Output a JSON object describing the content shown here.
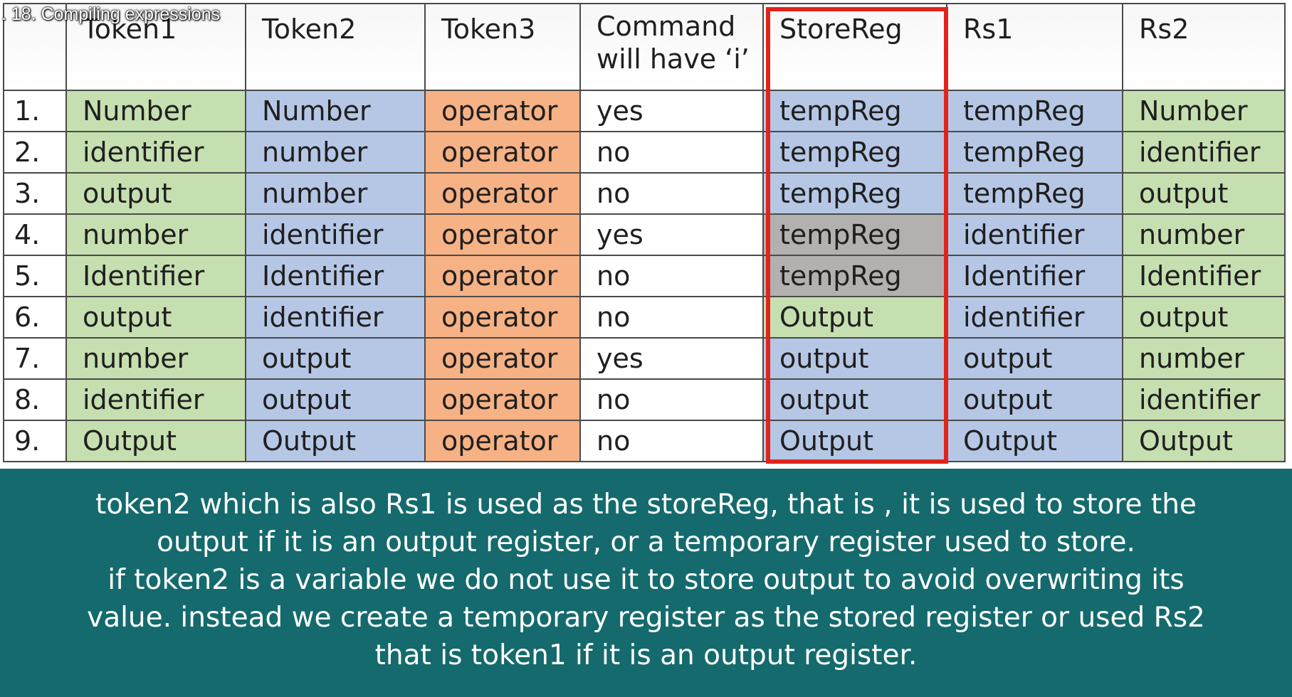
{
  "video_title": ". 18. Compiling expressions",
  "table": {
    "headers": [
      "",
      "Token1",
      "Token2",
      "Token3",
      "Command will have ‘i’",
      "StoreReg",
      "Rs1",
      "Rs2"
    ],
    "rows": [
      {
        "num": "1.",
        "token1": "Number",
        "token2": "Number",
        "token3": "operator",
        "command_i": "yes",
        "storereg": "tempReg",
        "rs1": "tempReg",
        "rs2": "Number"
      },
      {
        "num": "2.",
        "token1": "identifier",
        "token2": "number",
        "token3": "operator",
        "command_i": "no",
        "storereg": "tempReg",
        "rs1": "tempReg",
        "rs2": "identifier"
      },
      {
        "num": "3.",
        "token1": "output",
        "token2": "number",
        "token3": "operator",
        "command_i": "no",
        "storereg": "tempReg",
        "rs1": "tempReg",
        "rs2": "output"
      },
      {
        "num": "4.",
        "token1": "number",
        "token2": "identifier",
        "token3": "operator",
        "command_i": "yes",
        "storereg": "tempReg",
        "rs1": "identifier",
        "rs2": "number"
      },
      {
        "num": "5.",
        "token1": "Identifier",
        "token2": "Identifier",
        "token3": "operator",
        "command_i": "no",
        "storereg": "tempReg",
        "rs1": "Identifier",
        "rs2": "Identifier"
      },
      {
        "num": "6.",
        "token1": "output",
        "token2": "identifier",
        "token3": "operator",
        "command_i": "no",
        "storereg": "Output",
        "rs1": "identifier",
        "rs2": "output"
      },
      {
        "num": "7.",
        "token1": "number",
        "token2": "output",
        "token3": "operator",
        "command_i": "yes",
        "storereg": "output",
        "rs1": "output",
        "rs2": "number"
      },
      {
        "num": "8.",
        "token1": "identifier",
        "token2": "output",
        "token3": "operator",
        "command_i": "no",
        "storereg": "output",
        "rs1": "output",
        "rs2": "identifier"
      },
      {
        "num": "9.",
        "token1": "Output",
        "token2": "Output",
        "token3": "operator",
        "command_i": "no",
        "storereg": "Output",
        "rs1": "Output",
        "rs2": "Output"
      }
    ]
  },
  "colors": {
    "token_green": "#c6dfb0",
    "token_blue": "#b6c7e6",
    "operator_orange": "#f6b184",
    "storereg_grey": "#b3b1b0",
    "highlight_red": "#e0241b",
    "caption_teal": "#146a6d"
  },
  "caption": {
    "lines": [
      "token2 which is also Rs1 is used as the storeReg, that is , it is used to store the",
      "output if it is an output register, or a temporary register used to store.",
      "if token2 is a variable we do not use it to store output to avoid overwriting its",
      "value. instead we create a temporary register as the stored register or used Rs2",
      "that is token1 if it is an output register."
    ]
  }
}
